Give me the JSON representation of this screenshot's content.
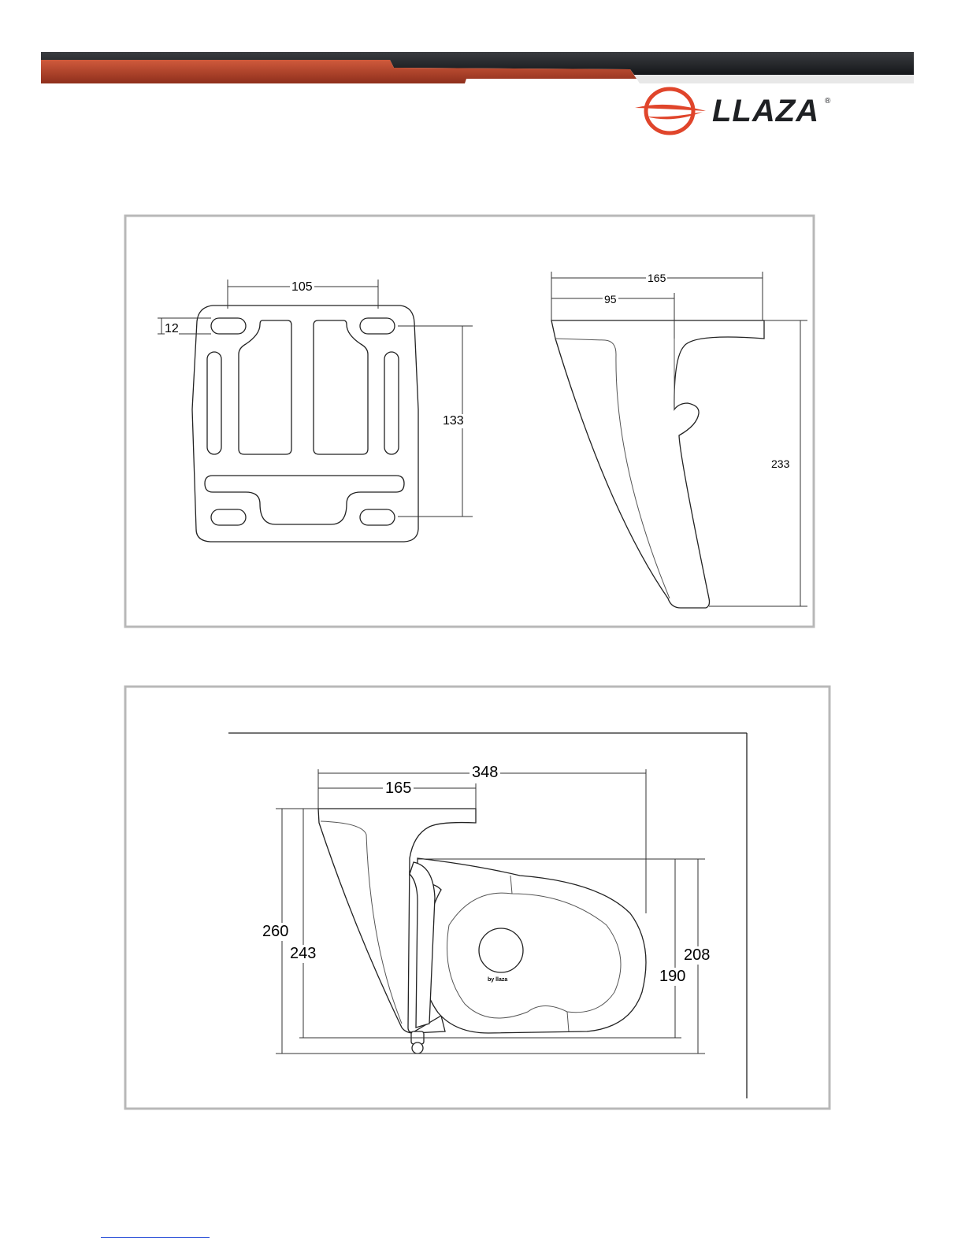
{
  "brand": {
    "name": "LLAZA",
    "registered_mark": "®",
    "accent_color": "#e0452b",
    "band_dark": "#1f2124",
    "band_red": "#b8432a"
  },
  "top_drawing": {
    "front_view": {
      "width_105": "105",
      "slot_12": "12",
      "height_133": "133"
    },
    "side_view": {
      "width_165": "165",
      "width_95": "95",
      "height_233": "233"
    }
  },
  "bottom_drawing": {
    "width_348": "348",
    "width_165": "165",
    "height_260": "260",
    "height_243": "243",
    "height_208": "208",
    "height_190": "190",
    "hub_mark": "by llaza"
  }
}
